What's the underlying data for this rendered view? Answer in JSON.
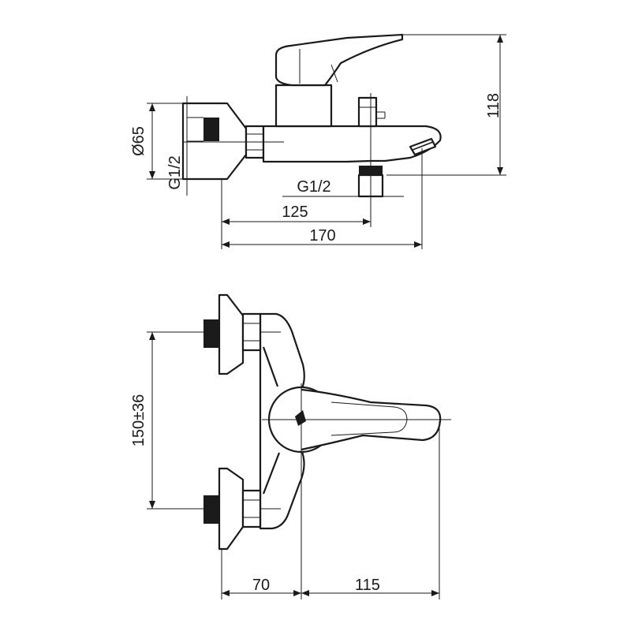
{
  "side_view": {
    "dim_height": "118",
    "dim_diameter": "Ø65",
    "dim_inlet_thread": "G1/2",
    "dim_outlet_thread": "G1/2",
    "dim_outlet_offset": "125",
    "dim_spout_length": "170"
  },
  "top_view": {
    "dim_inlet_spacing": "150±36",
    "dim_body_depth": "70",
    "dim_handle_length": "115"
  }
}
